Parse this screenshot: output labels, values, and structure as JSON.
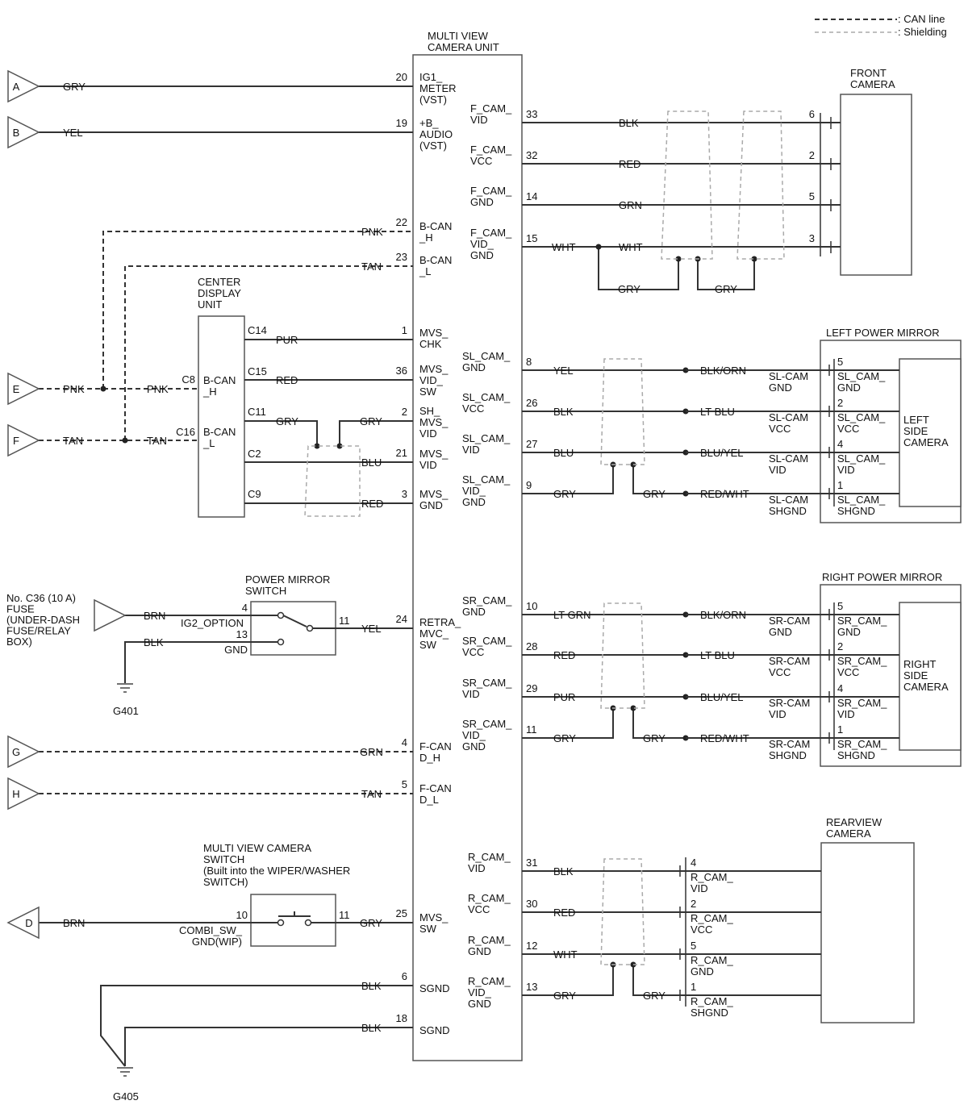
{
  "legend": {
    "can_line": ": CAN line",
    "shielding": ": Shielding"
  },
  "units": {
    "mvc": [
      "MULTI VIEW",
      "CAMERA UNIT"
    ],
    "front_camera": [
      "FRONT",
      "CAMERA"
    ],
    "center_display": [
      "CENTER",
      "DISPLAY",
      "UNIT"
    ],
    "left_mirror": "LEFT POWER MIRROR",
    "left_camera": [
      "LEFT",
      "SIDE",
      "CAMERA"
    ],
    "right_mirror": "RIGHT POWER MIRROR",
    "right_camera": [
      "RIGHT",
      "SIDE",
      "CAMERA"
    ],
    "rear_camera": [
      "REARVIEW",
      "CAMERA"
    ],
    "pm_switch": [
      "POWER MIRROR",
      "SWITCH"
    ],
    "mvc_switch": [
      "MULTI VIEW CAMERA",
      "SWITCH",
      "(Built into the WIPER/WASHER",
      "SWITCH)"
    ],
    "fuse": [
      "No. C36 (10 A)",
      "FUSE",
      "(UNDER-DASH",
      "FUSE/RELAY",
      "BOX)"
    ]
  },
  "grounds": [
    "G401",
    "G405"
  ],
  "connectors": {
    "A": "A",
    "B": "B",
    "D": "D",
    "E": "E",
    "F": "F",
    "G": "G",
    "H": "H"
  },
  "mvc_left_pins": [
    {
      "pin": "20",
      "color": "GRY",
      "label": [
        "IG1_",
        "METER",
        "(VST)"
      ]
    },
    {
      "pin": "19",
      "color": "YEL",
      "label": [
        "+B_",
        "AUDIO",
        "(VST)"
      ]
    },
    {
      "pin": "22",
      "color": "PNK",
      "label": [
        "B-CAN",
        "_H"
      ]
    },
    {
      "pin": "23",
      "color": "TAN",
      "label": [
        "B-CAN",
        "_L"
      ]
    },
    {
      "pin": "1",
      "color": "PUR",
      "label": [
        "MVS_",
        "CHK"
      ]
    },
    {
      "pin": "36",
      "color": "RED",
      "label": [
        "MVS_",
        "VID_",
        "SW"
      ]
    },
    {
      "pin": "2",
      "color": "GRY",
      "label": [
        "SH_",
        "MVS_",
        "VID"
      ]
    },
    {
      "pin": "21",
      "color": "BLU",
      "label": [
        "MVS_",
        "VID"
      ]
    },
    {
      "pin": "3",
      "color": "RED",
      "label": [
        "MVS_",
        "GND"
      ]
    },
    {
      "pin": "24",
      "color": "YEL",
      "label": [
        "RETRA_",
        "MVC_",
        "SW"
      ]
    },
    {
      "pin": "4",
      "color": "GRN",
      "label": [
        "F-CAN",
        "D_H"
      ]
    },
    {
      "pin": "5",
      "color": "TAN",
      "label": [
        "F-CAN",
        "D_L"
      ]
    },
    {
      "pin": "25",
      "color": "GRY",
      "label": [
        "MVS_",
        "SW"
      ]
    },
    {
      "pin": "6",
      "color": "BLK",
      "label": [
        "SGND"
      ]
    },
    {
      "pin": "18",
      "color": "BLK",
      "label": [
        "SGND"
      ]
    }
  ],
  "front_camera_pins": [
    {
      "pin": "33",
      "color": "BLK",
      "label": [
        "F_CAM_",
        "VID"
      ],
      "cam_pin": "6"
    },
    {
      "pin": "32",
      "color": "RED",
      "label": [
        "F_CAM_",
        "VCC"
      ],
      "cam_pin": "2"
    },
    {
      "pin": "14",
      "color": "GRN",
      "label": [
        "F_CAM_",
        "GND"
      ],
      "cam_pin": "5"
    },
    {
      "pin": "15",
      "color": "WHT",
      "color2": "WHT",
      "label": [
        "F_CAM_",
        "VID_",
        "GND"
      ],
      "cam_pin": "3"
    }
  ],
  "front_shield_wires": [
    "GRY",
    "GRY"
  ],
  "left_camera_pins": [
    {
      "pin": "8",
      "color": "YEL",
      "color2": "BLK/ORN",
      "label": [
        "SL_CAM_",
        "GND"
      ],
      "mirror_label": [
        "SL-CAM",
        "GND"
      ],
      "cam_pin": "5",
      "cam_label": [
        "SL_CAM_",
        "GND"
      ]
    },
    {
      "pin": "26",
      "color": "BLK",
      "color2": "LT BLU",
      "label": [
        "SL_CAM_",
        "VCC"
      ],
      "mirror_label": [
        "SL-CAM",
        "VCC"
      ],
      "cam_pin": "2",
      "cam_label": [
        "SL_CAM_",
        "VCC"
      ]
    },
    {
      "pin": "27",
      "color": "BLU",
      "color2": "BLU/YEL",
      "label": [
        "SL_CAM_",
        "VID"
      ],
      "mirror_label": [
        "SL-CAM",
        "VID"
      ],
      "cam_pin": "4",
      "cam_label": [
        "SL_CAM_",
        "VID"
      ]
    },
    {
      "pin": "9",
      "color": "GRY",
      "color2": "RED/WHT",
      "label": [
        "SL_CAM_",
        "VID_",
        "GND"
      ],
      "mirror_label": [
        "SL-CAM",
        "SHGND"
      ],
      "cam_pin": "1",
      "cam_label": [
        "SL_CAM_",
        "SHGND"
      ],
      "shield_color": "GRY"
    }
  ],
  "right_camera_pins": [
    {
      "pin": "10",
      "color": "LT GRN",
      "color2": "BLK/ORN",
      "label": [
        "SR_CAM_",
        "GND"
      ],
      "mirror_label": [
        "SR-CAM",
        "GND"
      ],
      "cam_pin": "5",
      "cam_label": [
        "SR_CAM_",
        "GND"
      ]
    },
    {
      "pin": "28",
      "color": "RED",
      "color2": "LT BLU",
      "label": [
        "SR_CAM_",
        "VCC"
      ],
      "mirror_label": [
        "SR-CAM",
        "VCC"
      ],
      "cam_pin": "2",
      "cam_label": [
        "SR_CAM_",
        "VCC"
      ]
    },
    {
      "pin": "29",
      "color": "PUR",
      "color2": "BLU/YEL",
      "label": [
        "SR_CAM_",
        "VID"
      ],
      "mirror_label": [
        "SR-CAM",
        "VID"
      ],
      "cam_pin": "4",
      "cam_label": [
        "SR_CAM_",
        "VID"
      ]
    },
    {
      "pin": "11",
      "color": "GRY",
      "color2": "RED/WHT",
      "label": [
        "SR_CAM_",
        "VID_",
        "GND"
      ],
      "mirror_label": [
        "SR-CAM",
        "SHGND"
      ],
      "cam_pin": "1",
      "cam_label": [
        "SR_CAM_",
        "SHGND"
      ],
      "shield_color": "GRY"
    }
  ],
  "rear_camera_pins": [
    {
      "pin": "31",
      "color": "BLK",
      "label": [
        "R_CAM_",
        "VID"
      ],
      "cam_pin": "4",
      "cam_label": [
        "R_CAM_",
        "VID"
      ]
    },
    {
      "pin": "30",
      "color": "RED",
      "label": [
        "R_CAM_",
        "VCC"
      ],
      "cam_pin": "2",
      "cam_label": [
        "R_CAM_",
        "VCC"
      ]
    },
    {
      "pin": "12",
      "color": "WHT",
      "label": [
        "R_CAM_",
        "GND"
      ],
      "cam_pin": "5",
      "cam_label": [
        "R_CAM_",
        "GND"
      ]
    },
    {
      "pin": "13",
      "color": "GRY",
      "label": [
        "R_CAM_",
        "VID_",
        "GND"
      ],
      "cam_pin": "1",
      "cam_label": [
        "R_CAM_",
        "SHGND"
      ],
      "shield_color": "GRY"
    }
  ],
  "center_display_pins": [
    {
      "pin": "C14",
      "color": "PUR"
    },
    {
      "pin": "C15",
      "color": "RED"
    },
    {
      "pin": "C11",
      "color": "GRY"
    },
    {
      "pin": "C2",
      "color": ""
    },
    {
      "pin": "C9",
      "color": ""
    },
    {
      "pin": "C8",
      "label": [
        "B-CAN",
        "_H"
      ]
    },
    {
      "pin": "C16",
      "label": [
        "B-CAN",
        "_L"
      ]
    }
  ],
  "left_side_colors": {
    "pnk": "PNK",
    "tan": "TAN",
    "grn": "GRN",
    "brn": "BRN",
    "blk": "BLK",
    "gry": "GRY",
    "yel": "YEL"
  },
  "pm_switch_pins": [
    {
      "pin": "4",
      "label": "IG2_OPTION"
    },
    {
      "pin": "13",
      "label": "GND"
    },
    {
      "pin": "11",
      "label": ""
    }
  ],
  "mvc_switch_pins": [
    {
      "pin": "10",
      "label": [
        "COMBI_SW_",
        "GND(WIP)"
      ]
    },
    {
      "pin": "11",
      "label": []
    }
  ]
}
